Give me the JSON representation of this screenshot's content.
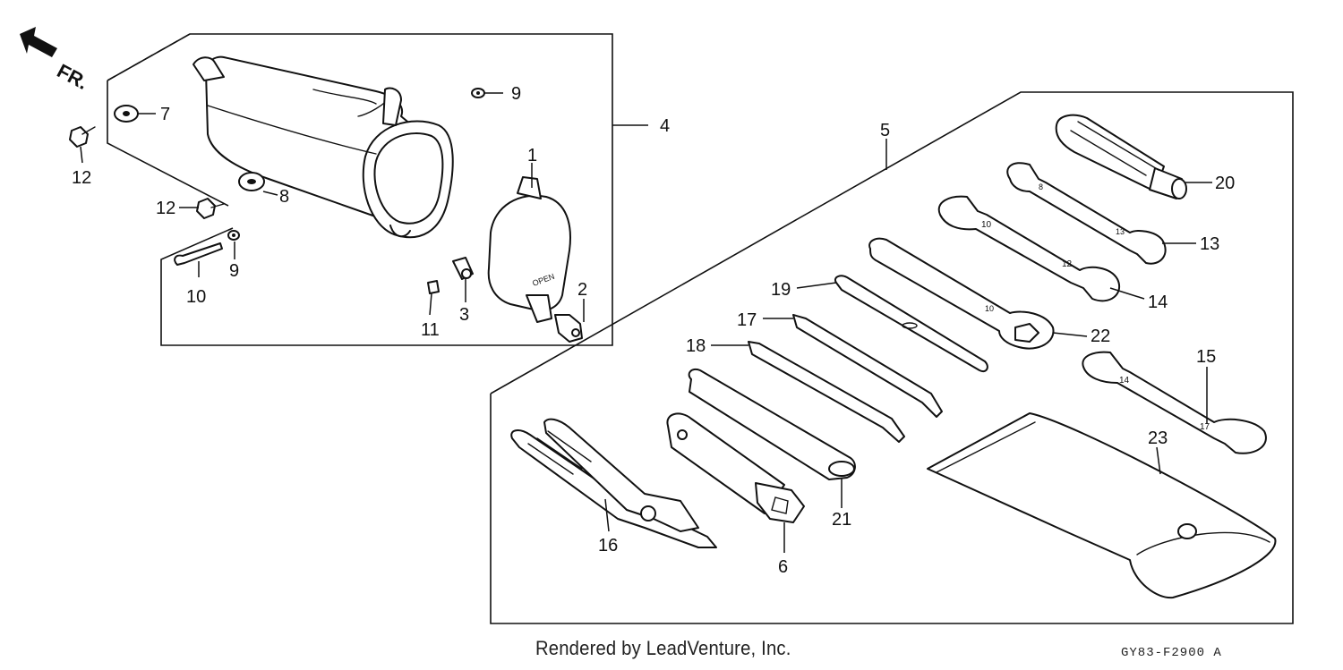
{
  "direction_label": "FR.",
  "footer": {
    "credit": "Rendered by LeadVenture, Inc.",
    "code": "GY83-F2900 A"
  },
  "callouts": [
    "1",
    "2",
    "3",
    "4",
    "5",
    "6",
    "7",
    "8",
    "9",
    "9",
    "10",
    "11",
    "12",
    "12",
    "13",
    "14",
    "15",
    "16",
    "17",
    "18",
    "19",
    "20",
    "21",
    "22",
    "23"
  ],
  "tool_stamps": {
    "wrench_14": "10",
    "wrench_14_b": "12",
    "wrench_15": "14",
    "wrench_15_b": "17",
    "wrench_13": "8",
    "wrench_13_b": "13",
    "wrench_22": "10",
    "box_cover": "OPEN"
  }
}
